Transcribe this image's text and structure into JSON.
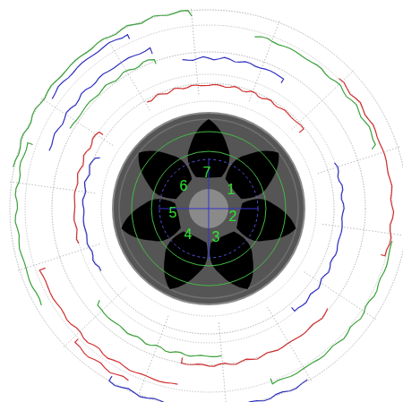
{
  "diagram": {
    "labels": [
      "7",
      "6",
      "1",
      "5",
      "2",
      "4",
      "3"
    ]
  }
}
